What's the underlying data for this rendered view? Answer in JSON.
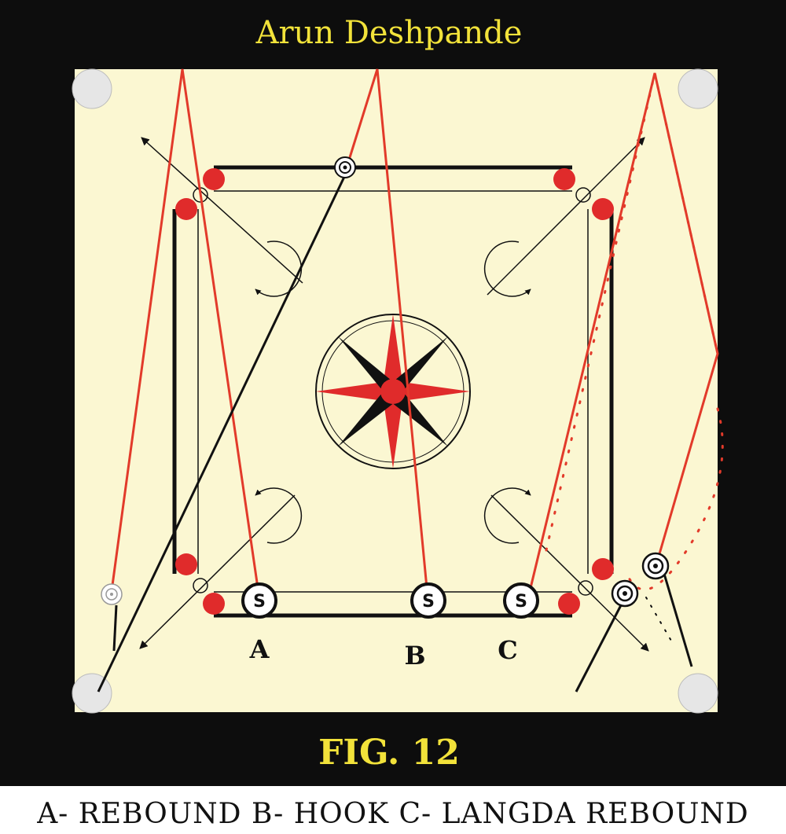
{
  "author": "Arun Deshpande",
  "figure_label": "FIG. 12",
  "striker_symbol": "S",
  "shots": [
    {
      "letter": "A",
      "name": "REBOUND"
    },
    {
      "letter": "B",
      "name": "HOOK"
    },
    {
      "letter": "C",
      "name": "LANGDA REBOUND"
    }
  ],
  "caption": "A- REBOUND  B- HOOK  C- LANGDA REBOUND",
  "colors": {
    "frame": "#0d0d0d",
    "board": "#fbf7d2",
    "shot_path": "#e23a2a",
    "coin_red": "#e02b2b",
    "pocket": "#e6e6e6",
    "title_text": "#f2e23a"
  }
}
